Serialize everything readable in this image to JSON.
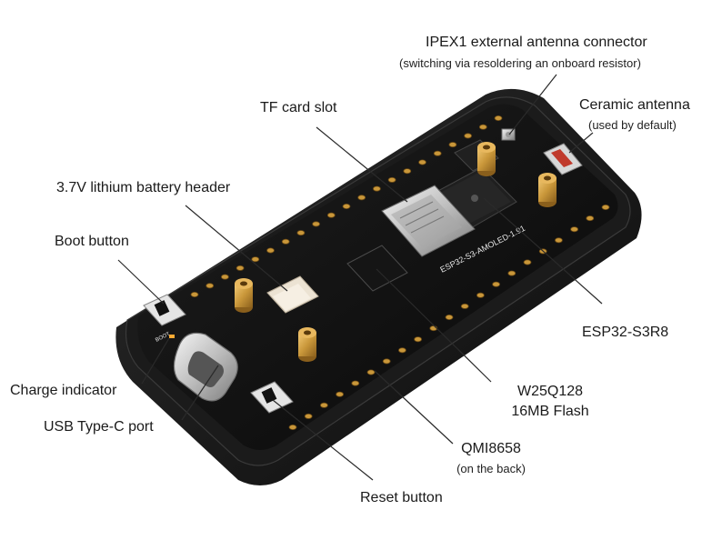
{
  "callouts": {
    "ipex_title": "IPEX1 external antenna connector",
    "ipex_note": "(switching via resoldering an onboard resistor)",
    "ceramic_title": "Ceramic antenna",
    "ceramic_note": "(used by default)",
    "tf_card": "TF card slot",
    "battery_header": "3.7V lithium battery header",
    "boot_button": "Boot button",
    "esp32": "ESP32-S3R8",
    "charge_indicator": "Charge indicator",
    "usb_port": "USB Type-C port",
    "flash_line1": "W25Q128",
    "flash_line2": "16MB Flash",
    "imu_title": "QMI8658",
    "imu_note": "(on the back)",
    "reset_button": "Reset button"
  },
  "board": {
    "silkscreen": "ESP32-S3-AMOLED-1.91",
    "boot_silk": "BOOT"
  },
  "colors": {
    "board": "#111111",
    "gold": "#c9973a",
    "chip": "#222222",
    "leader": "#2a2a2a"
  }
}
